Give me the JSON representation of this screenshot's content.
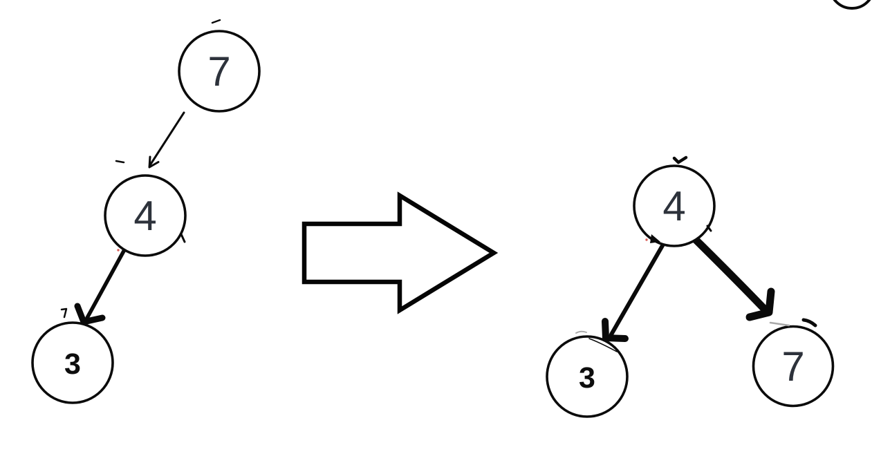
{
  "colors": {
    "background": "#ffffff",
    "ink": "#0a0a0a",
    "number_ink": "#2d323b",
    "bold_number_ink": "#0d0d0d",
    "red": "#d9605a",
    "faint_gray": "#a9a9a9"
  },
  "left_tree": {
    "nodes": [
      {
        "label": "7",
        "style": "regular"
      },
      {
        "label": "4",
        "style": "regular"
      },
      {
        "label": "3",
        "style": "bold"
      }
    ],
    "edges": [
      {
        "from": "7",
        "to": "4",
        "color": "red",
        "style": "thin-arrow"
      },
      {
        "from": "4",
        "to": "3",
        "color": "black",
        "style": "arrow"
      }
    ]
  },
  "block_arrow": {
    "direction": "right"
  },
  "right_tree": {
    "nodes": [
      {
        "label": "4",
        "style": "regular"
      },
      {
        "label": "3",
        "style": "bold"
      },
      {
        "label": "7",
        "style": "regular"
      }
    ],
    "edges": [
      {
        "from": "4",
        "to": "3",
        "color": "black",
        "style": "arrow"
      },
      {
        "from": "4",
        "to": "7",
        "color": "black",
        "style": "thick-arrow"
      }
    ],
    "marks": {
      "above_root": "red-check-mark"
    }
  },
  "decorations": {
    "partial_circle_top_right": true
  }
}
